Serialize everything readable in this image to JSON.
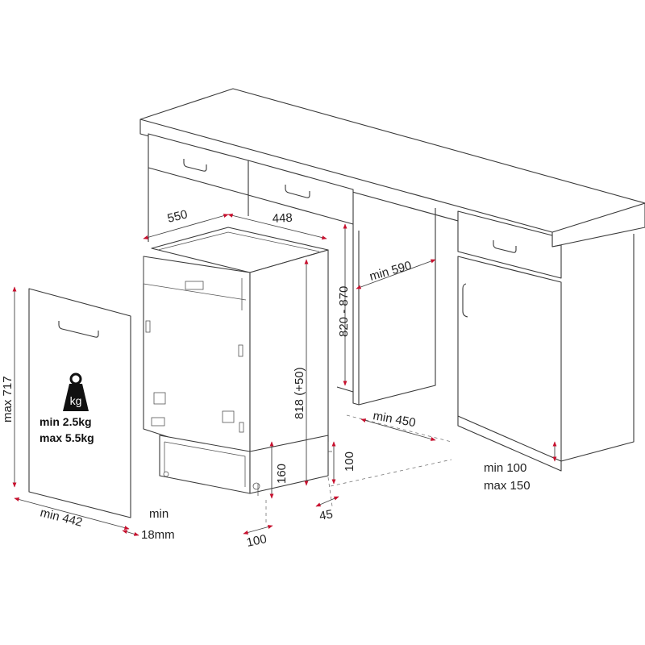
{
  "colors": {
    "accent": "#c8102e",
    "line": "#3a3a3a",
    "text": "#222222"
  },
  "icons": {
    "weight": "weight-kg-icon"
  },
  "labels": {
    "cab_width_1": "550",
    "cab_width_2": "448",
    "niche_height": "820 - 870",
    "depth_min": "min 590",
    "appliance_height": "818 (+50)",
    "floor_depth_min": "min 450",
    "plinth_h_1": "100",
    "plinth_h_2": "160",
    "offset_45": "45",
    "offset_100": "100",
    "panel_height": "max 717",
    "panel_width": "min 442",
    "panel_thick_1": "min",
    "panel_thick_2": "18mm",
    "weight_icon_text": "kg",
    "weight_min": "min  2.5kg",
    "weight_max": "max 5.5kg",
    "plinth_gap_min": "min 100",
    "plinth_gap_max": "max 150"
  }
}
